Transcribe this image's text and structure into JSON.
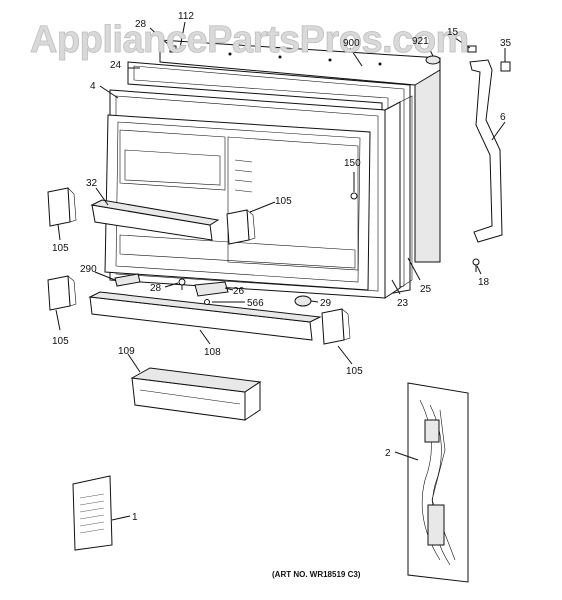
{
  "watermark": "AppliancePartsPros.com",
  "art_number": "(ART NO. WR18519 C3)",
  "callouts": [
    {
      "id": "28a",
      "text": "28"
    },
    {
      "id": "112",
      "text": "112"
    },
    {
      "id": "900",
      "text": "900"
    },
    {
      "id": "921",
      "text": "921"
    },
    {
      "id": "15",
      "text": "15"
    },
    {
      "id": "35",
      "text": "35"
    },
    {
      "id": "24",
      "text": "24"
    },
    {
      "id": "4",
      "text": "4"
    },
    {
      "id": "6",
      "text": "6"
    },
    {
      "id": "32",
      "text": "32"
    },
    {
      "id": "150",
      "text": "150"
    },
    {
      "id": "105a",
      "text": "105"
    },
    {
      "id": "105b",
      "text": "105"
    },
    {
      "id": "105c",
      "text": "105"
    },
    {
      "id": "105d",
      "text": "105"
    },
    {
      "id": "290",
      "text": "290"
    },
    {
      "id": "28b",
      "text": "28"
    },
    {
      "id": "26",
      "text": "26"
    },
    {
      "id": "566",
      "text": "566"
    },
    {
      "id": "29",
      "text": "29"
    },
    {
      "id": "23",
      "text": "23"
    },
    {
      "id": "25",
      "text": "25"
    },
    {
      "id": "18",
      "text": "18"
    },
    {
      "id": "108",
      "text": "108"
    },
    {
      "id": "109",
      "text": "109"
    },
    {
      "id": "2",
      "text": "2"
    },
    {
      "id": "1",
      "text": "1"
    }
  ]
}
